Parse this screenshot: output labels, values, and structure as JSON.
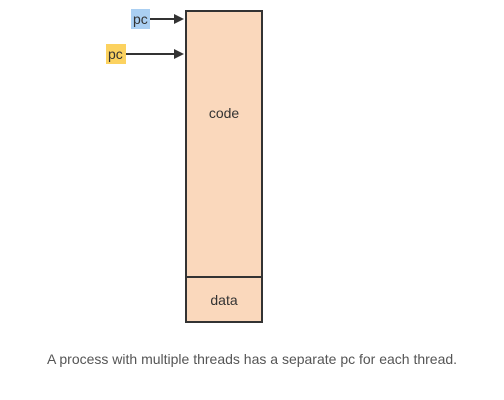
{
  "diagram": {
    "memory_regions": [
      {
        "label": "code"
      },
      {
        "label": "data"
      }
    ],
    "region_fill": "#fad8bc",
    "outline_color": "#333333",
    "pointers": [
      {
        "label": "pc",
        "highlight": "#aacff2"
      },
      {
        "label": "pc",
        "highlight": "#fcd25f"
      }
    ]
  },
  "caption": "A process with multiple threads has a separate pc for each thread."
}
